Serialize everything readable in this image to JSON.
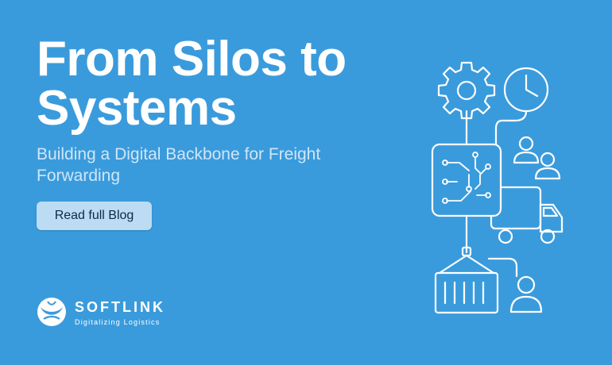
{
  "hero": {
    "title": "From Silos to Systems",
    "subtitle": "Building a Digital Backbone for Freight Forwarding",
    "cta_label": "Read full Blog"
  },
  "brand": {
    "name": "SOFTLINK",
    "tagline": "Digitalizing Logistics"
  },
  "colors": {
    "background": "#3a9bdc",
    "title": "#ffffff",
    "subtitle": "#cfe6f7",
    "button": "#bcdcf3",
    "button_text": "#0d2a45"
  },
  "icons": [
    "gear-icon",
    "clock-icon",
    "users-icon",
    "circuit-board-icon",
    "truck-icon",
    "cargo-container-icon",
    "user-icon",
    "softlink-logo-icon"
  ]
}
